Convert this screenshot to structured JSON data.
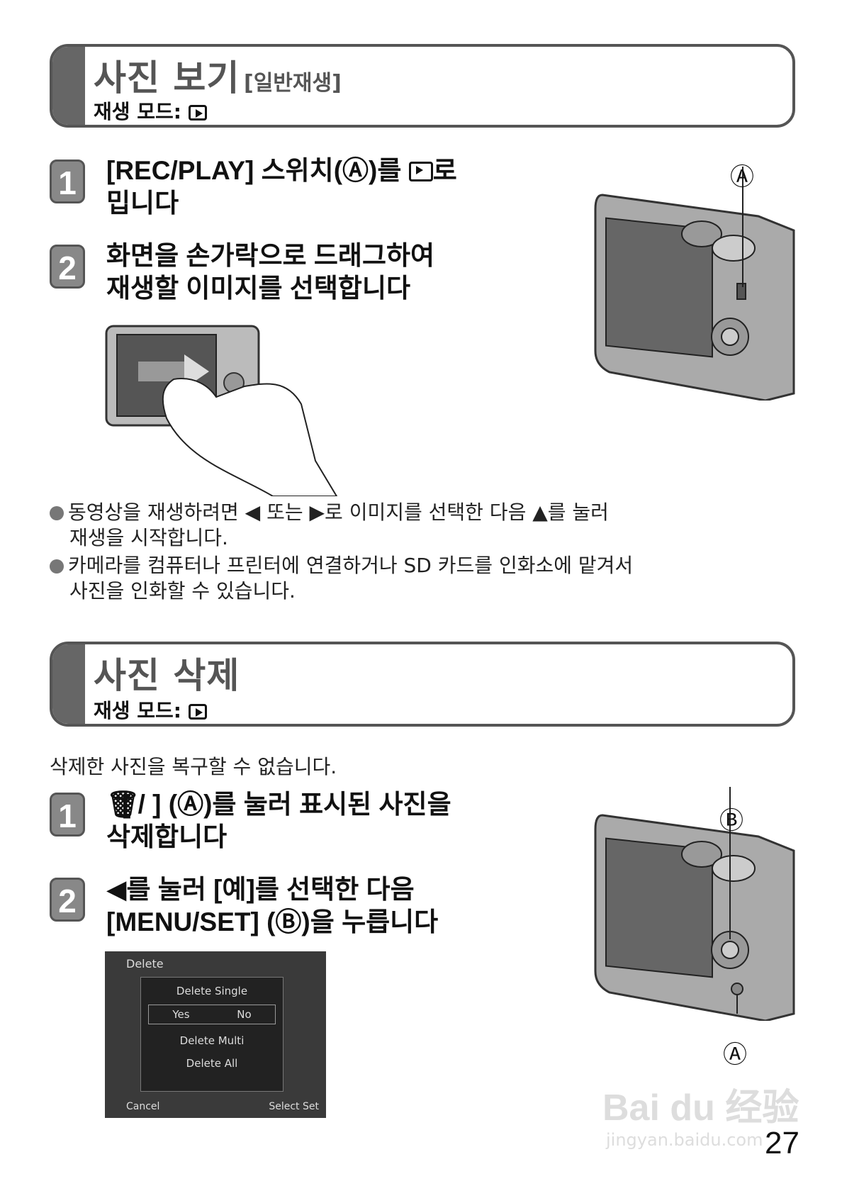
{
  "section1": {
    "title": "사진 보기",
    "subtitle": "[일반재생]",
    "mode_label": "재생 모드:",
    "steps": [
      {
        "num": "1",
        "line1": "[REC/PLAY] 스위치(Ⓐ)를 ",
        "line1b": "로",
        "line2": "밉니다"
      },
      {
        "num": "2",
        "line1": "화면을 손가락으로 드래그하여",
        "line2": "재생할 이미지를 선택합니다"
      }
    ],
    "notes": [
      {
        "line1": "동영상을 재생하려면 ◀ 또는 ▶로 이미지를 선택한 다음 ▲를 눌러",
        "line2": "재생을 시작합니다."
      },
      {
        "line1": "카메라를 컴퓨터나 프린터에 연결하거나 SD 카드를 인화소에 맡겨서",
        "line2": "사진을 인화할 수 있습니다."
      }
    ],
    "camera_label": "Ⓐ"
  },
  "section2": {
    "title": "사진 삭제",
    "mode_label": "재생 모드:",
    "intro": "삭제한 사진을 복구할 수 없습니다.",
    "steps": [
      {
        "num": "1",
        "line1": "[ / ] (Ⓐ)를 눌러 표시된 사진을",
        "line2": "삭제합니다"
      },
      {
        "num": "2",
        "line1": "◀를 눌러 [예]를 선택한 다음",
        "line2": "[MENU/SET] (Ⓑ)을 누릅니다"
      }
    ],
    "camera_label_b": "Ⓑ",
    "camera_label_a": "Ⓐ",
    "screen": {
      "header": "Delete",
      "items": [
        "Delete Single",
        "Yes",
        "No",
        "Delete Multi",
        "Delete All"
      ],
      "footer_left": "Cancel",
      "footer_right": "Select Set"
    }
  },
  "page_number": "27",
  "watermark": {
    "logo": "Bai du 经验",
    "url": "jingyan.baidu.com"
  }
}
